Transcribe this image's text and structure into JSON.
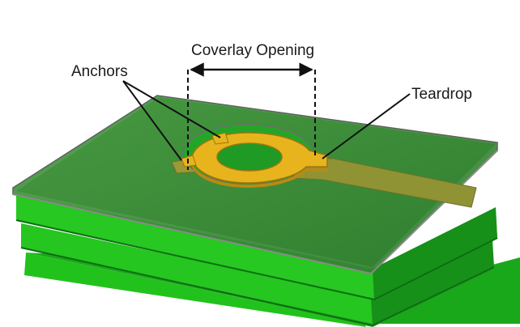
{
  "labels": {
    "coverlay_opening": "Coverlay Opening",
    "anchors": "Anchors",
    "teardrop": "Teardrop"
  },
  "colors": {
    "background": "#ffffff",
    "coverlay": "#3d8f3a",
    "coverlay_edge": "#5a5a5a",
    "substrate_green": "#22c21c",
    "substrate_dark": "#17961a",
    "copper_pad": "#e7b41e",
    "copper_trace": "#8a9030",
    "leader_line": "#111111"
  }
}
